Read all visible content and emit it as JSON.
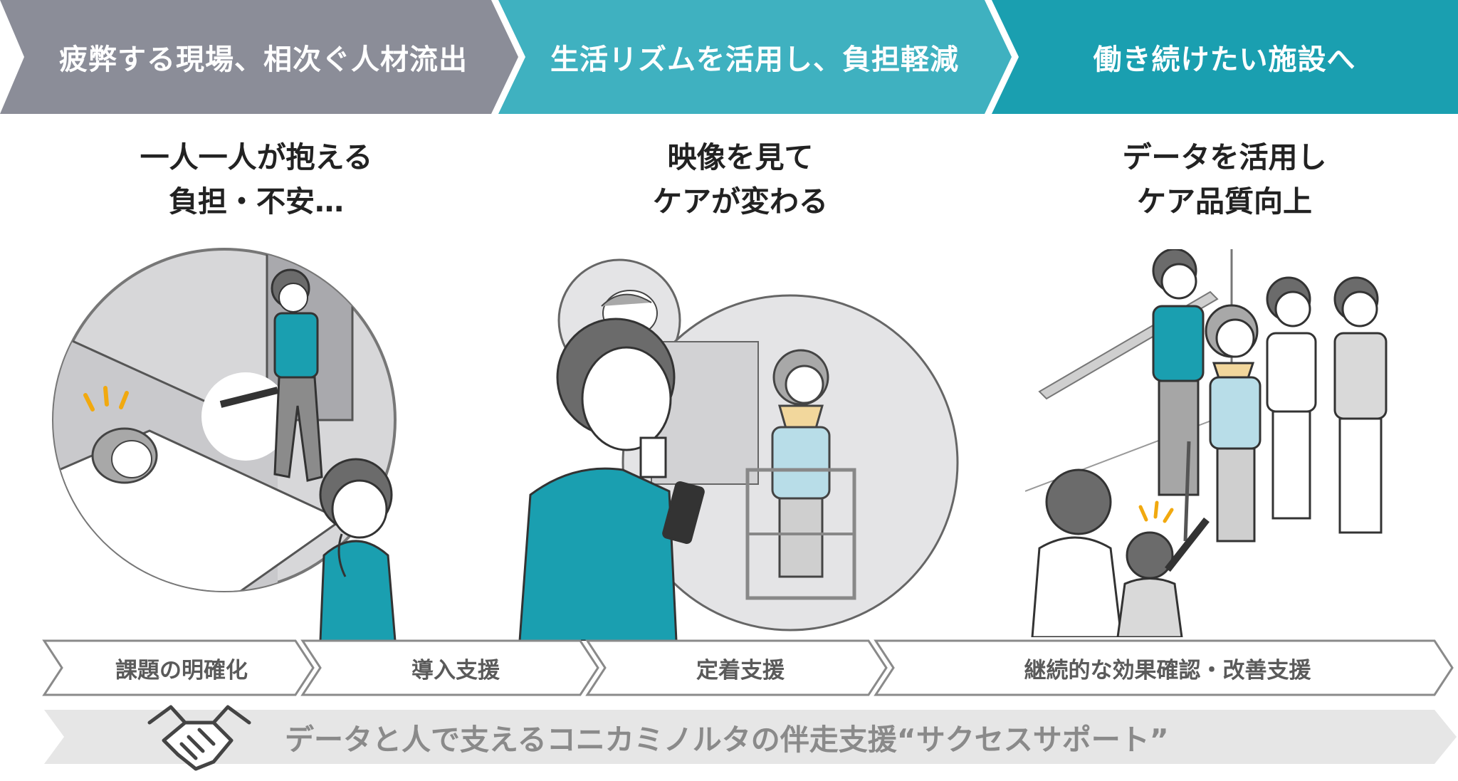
{
  "colors": {
    "phase1": "#8b8d98",
    "phase2": "#3fb1c0",
    "phase3": "#1a9fb0",
    "teal_shirt": "#1a9fb0",
    "hair": "#6b6b6b",
    "line": "#3a3a3a"
  },
  "phases": [
    {
      "title": "疲弊する現場、相次ぐ人材流出",
      "subtitle_line1": "一人一人が抱える",
      "subtitle_line2": "負担・不安…"
    },
    {
      "title": "生活リズムを活用し、負担軽減",
      "subtitle_line1": "映像を見て",
      "subtitle_line2": "ケアが変わる"
    },
    {
      "title": "働き続けたい施設へ",
      "subtitle_line1": "データを活用し",
      "subtitle_line2": "ケア品質向上"
    }
  ],
  "steps": [
    "課題の明確化",
    "導入支援",
    "定着支援",
    "継続的な効果確認・改善支援"
  ],
  "bottom_banner": {
    "text": "データと人で支えるコニカミノルタの伴走支援“サクセスサポート”",
    "icon": "handshake-icon"
  }
}
